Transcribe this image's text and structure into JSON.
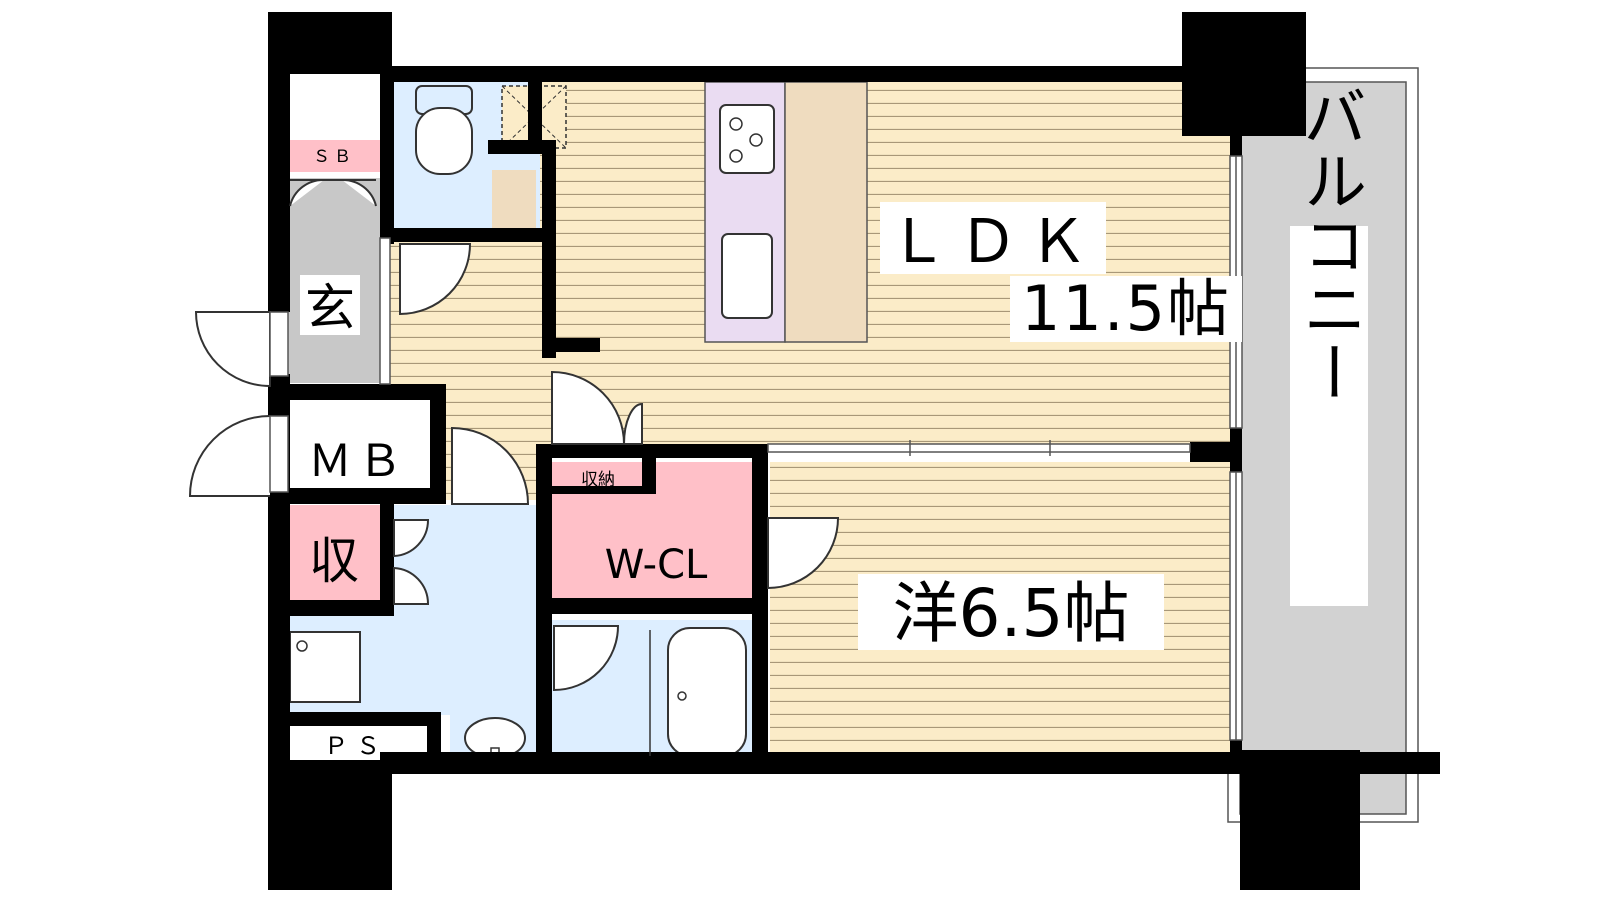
{
  "floorplan": {
    "rooms": {
      "ldk_label": "ＬＤＫ",
      "ldk_size": "11.5帖",
      "western_label": "洋6.5帖",
      "balcony_label": "バルコニー",
      "entrance_label": "玄",
      "mb_label": "ＭＢ",
      "storage_label": "収",
      "wcl_label": "W-CL",
      "closet_label": "収納",
      "sb_label": "ＳＢ",
      "ps_label": "ＰＳ"
    },
    "colors": {
      "wall": "#000000",
      "floor_wood": "#fbecc8",
      "floor_lines": "#a89878",
      "wet_area": "#ddeeff",
      "entrance": "#c8c8c8",
      "storage_pink": "#ffc0c8",
      "kitchen": "#eadcf2",
      "counter": "#efdcbf",
      "balcony": "#d2d2d2"
    }
  }
}
